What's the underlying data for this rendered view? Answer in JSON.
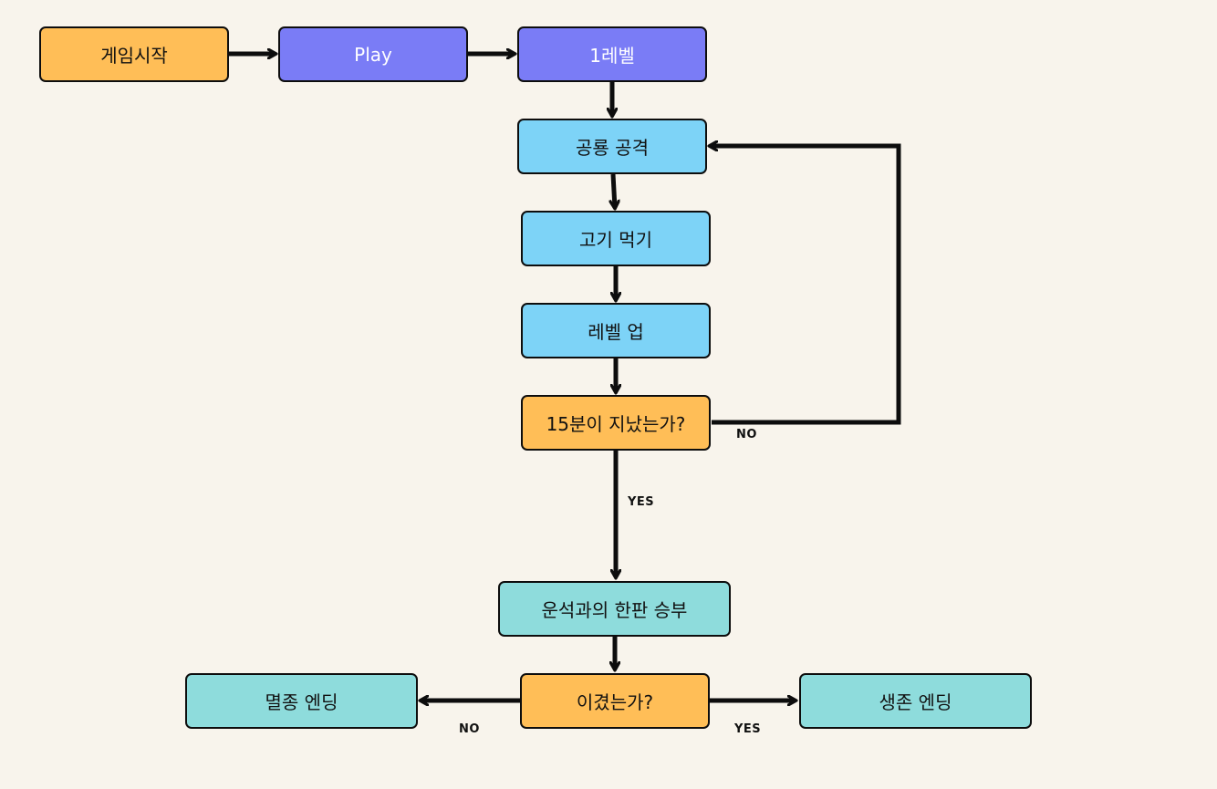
{
  "nodes": {
    "start": "게임시작",
    "play": "Play",
    "level1": "1레벨",
    "attack": "공룡 공격",
    "eat": "고기 먹기",
    "levelup": "레벨 업",
    "check15": "15분이 지났는가?",
    "meteor": "운석과의 한판 승부",
    "won": "이겼는가?",
    "extinct": "멸종 엔딩",
    "survive": "생존 엔딩"
  },
  "edge_labels": {
    "check15_no": "NO",
    "check15_yes": "YES",
    "won_no": "NO",
    "won_yes": "YES"
  },
  "colors": {
    "background": "#f8f4ec",
    "orange": "#ffbe57",
    "purple": "#7a7cf6",
    "blue": "#7dd3f7",
    "teal": "#8edcdc",
    "stroke": "#0d0d0d"
  }
}
